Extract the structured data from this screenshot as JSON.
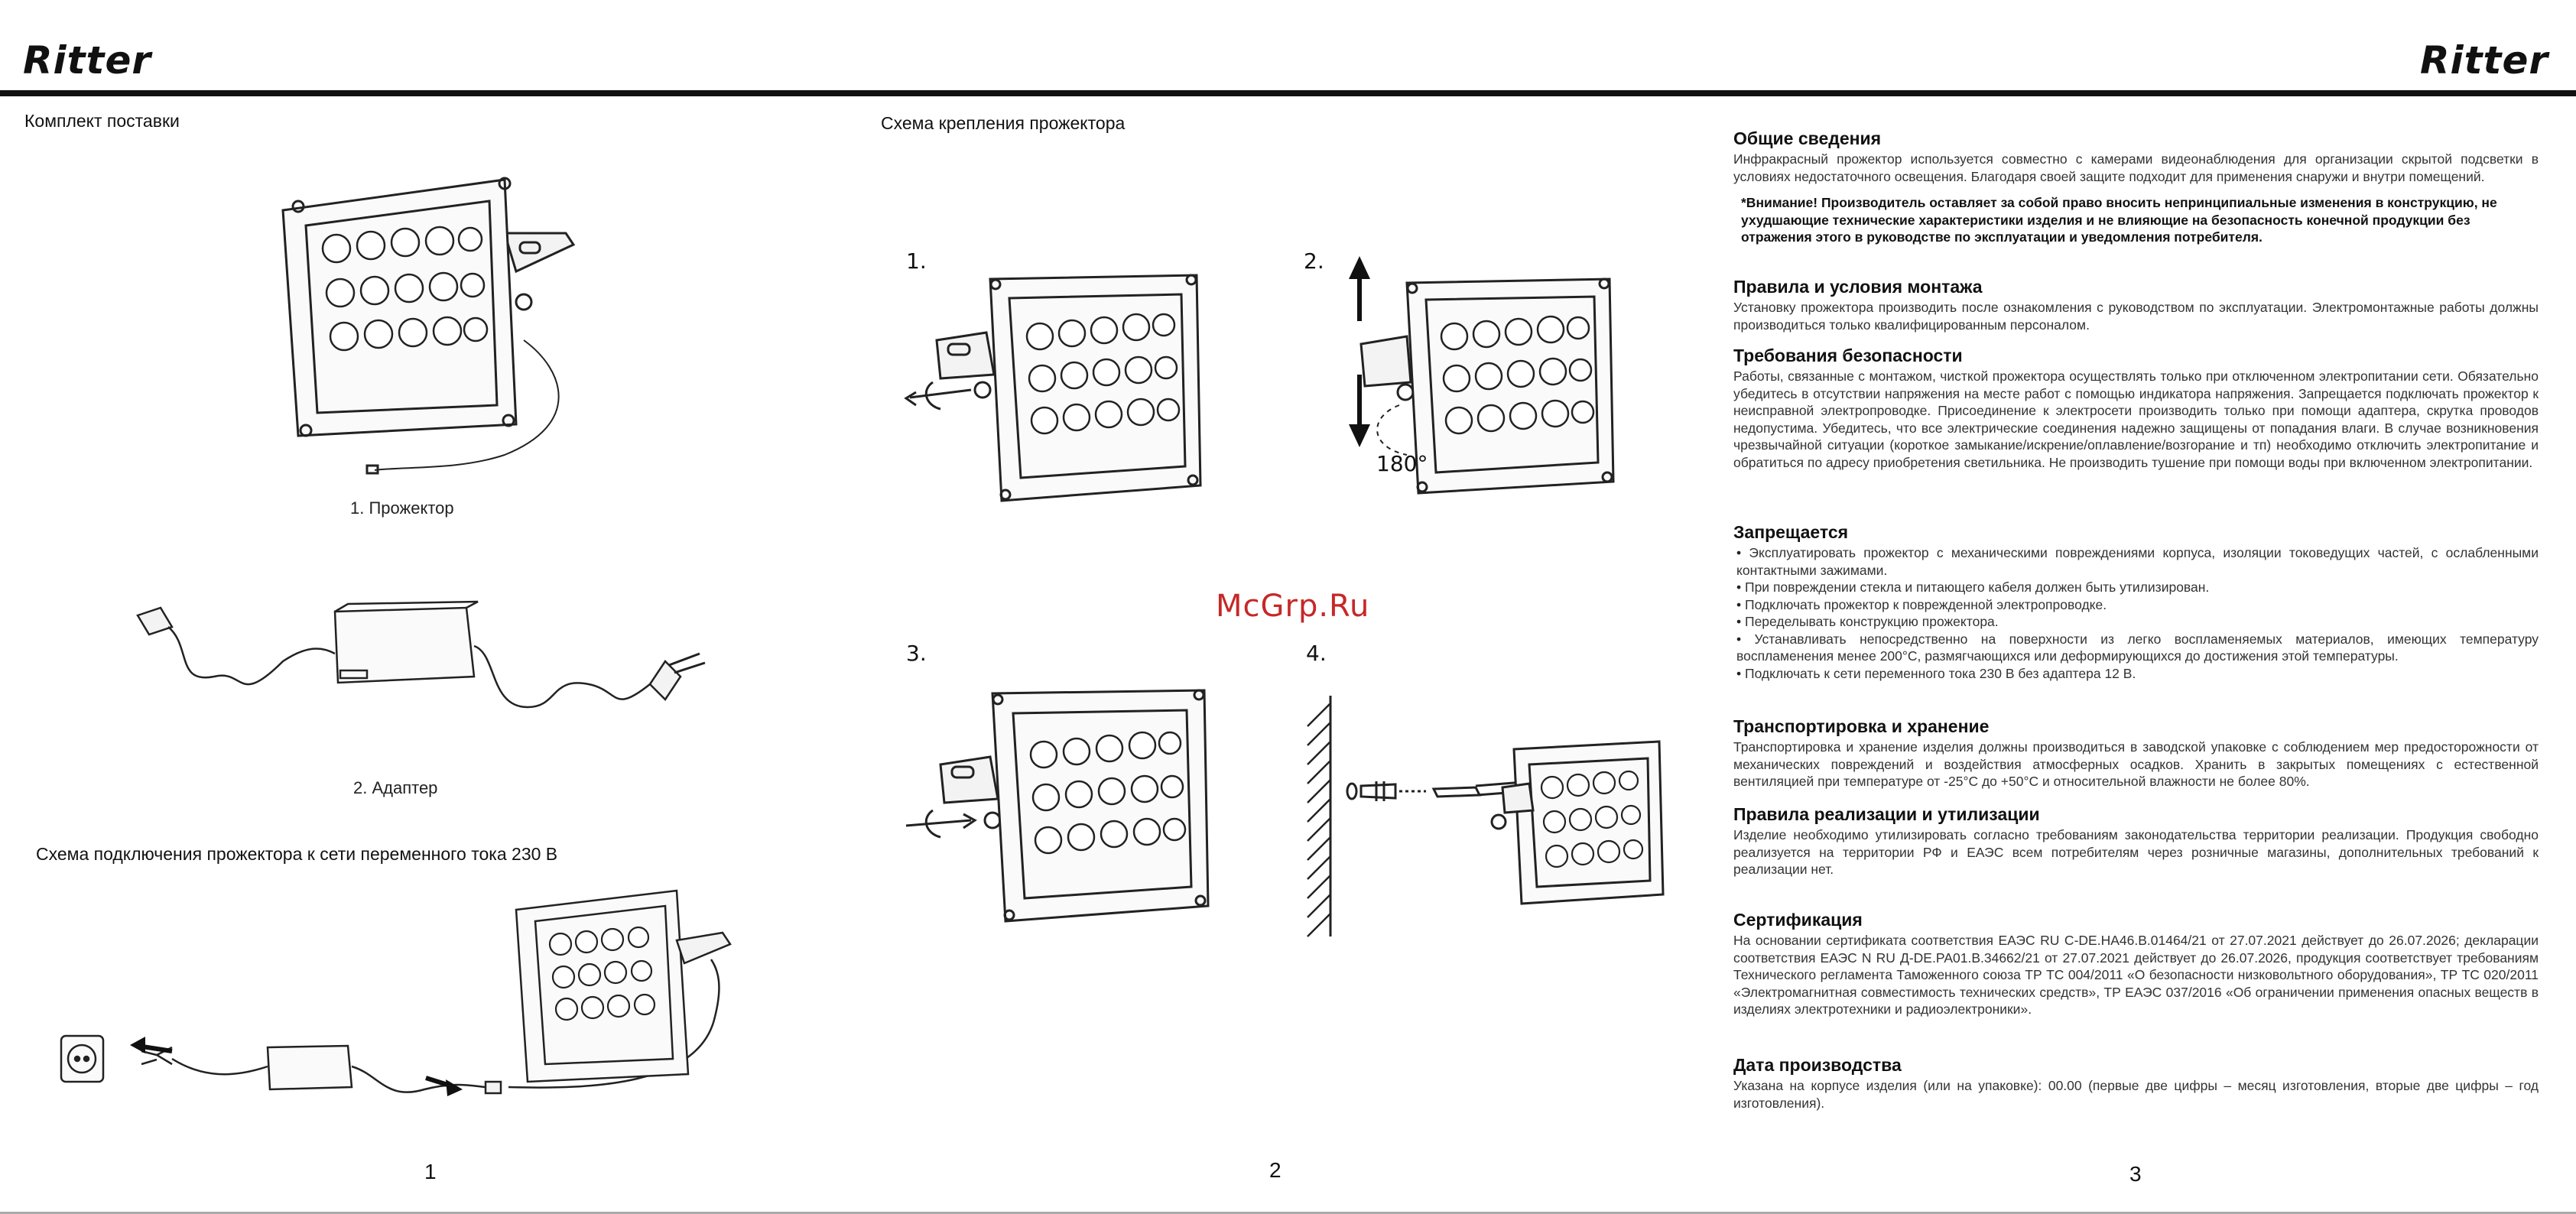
{
  "header": {
    "brand_left": "Ritter",
    "brand_right": "Ritter"
  },
  "page1": {
    "kit_title": "Комплект поставки",
    "item1_caption": "1. Прожектор",
    "item2_caption": "2. Адаптер",
    "connection_title": "Схема подключения прожектора к сети переменного тока 230 В",
    "page_number": "1"
  },
  "page2": {
    "mount_title": "Схема крепления прожектора",
    "steps": [
      "1.",
      "2.",
      "3.",
      "4."
    ],
    "angle_label": "180°",
    "page_number": "2"
  },
  "watermark": "McGrp.Ru",
  "page3": {
    "general_head": "Общие сведения",
    "general_text": "Инфракрасный прожектор используется совместно с камерами видеонаблюдения для организации скрытой подсветки в условиях недостаточного освещения. Благодаря своей защите подходит для применения снаружи и внутри помещений.",
    "notice": "*Внимание! Производитель оставляет за собой право вносить непринципиальные изменения в конструкцию, не ухудшающие технические характеристики изделия и не влияющие на безопасность конечной продукции без отражения этого в руководстве по эксплуатации и уведомления потребителя.",
    "mount_head": "Правила и условия монтажа",
    "mount_text": "Установку прожектора производить после ознакомления с руководством по эксплуатации. Электромонтажные работы должны производиться только квалифицированным персоналом.",
    "safety_head": "Требования безопасности",
    "safety_text": "Работы, связанные с монтажом, чисткой прожектора осуществлять только при отключенном электропитании сети. Обязательно убедитесь в отсутствии напряжения на месте работ с помощью индикатора напряжения. Запрещается подключать прожектор к неисправной электропроводке. Присоединение к электросети производить только при помощи адаптера, скрутка проводов недопустима. Убедитесь, что все электрические соединения надежно защищены от попадания влаги. В случае возникновения чрезвычайной ситуации (короткое замыкание/искрение/оплавление/возгорание и тп) необходимо отключить электропитание и обратиться по адресу приобретения светильника. Не производить тушение при помощи воды при включенном электропитании.",
    "forbidden_head": "Запрещается",
    "forbidden_items": [
      "Эксплуатировать прожектор с механическими повреждениями корпуса, изоляции токоведущих частей, с ослабленными контактными зажимами.",
      "При повреждении стекла и питающего кабеля должен быть утилизирован.",
      "Подключать прожектор к поврежденной электропроводке.",
      "Переделывать конструкцию прожектора.",
      "Устанавливать непосредственно на поверхности из легко воспламеняемых материалов, имеющих температуру воспламенения менее 200°С, размягчающихся или деформирующихся до достижения этой температуры.",
      "Подключать к сети переменного тока 230 В без адаптера 12 В."
    ],
    "transport_head": "Транспортировка и хранение",
    "transport_text": "Транспортировка и хранение изделия должны производиться в заводской упаковке с соблюдением мер предосторожности от механических повреждений и воздействия атмосферных осадков. Хранить в закрытых помещениях с естественной вентиляцией при температуре от -25°С до +50°С и относительной влажности не более 80%.",
    "disposal_head": "Правила реализации и утилизации",
    "disposal_text": "Изделие необходимо утилизировать согласно требованиям законодательства территории реализации. Продукция свободно реализуется на территории РФ и ЕАЭС всем потребителям через розничные магазины, дополнительных требований к реализации нет.",
    "cert_head": "Сертификация",
    "cert_text": "На основании сертификата соответствия ЕАЭС RU С-DE.НА46.В.01464/21 от 27.07.2021 действует до 26.07.2026; декларации соответствия ЕАЭС N RU Д-DE.РА01.В.34662/21 от 27.07.2021 действует до 26.07.2026, продукция соответствует требованиям Технического регламента Таможенного союза ТР ТС 004/2011 «О безопасности низковольтного оборудования», ТР ТС 020/2011 «Электромагнитная совместимость технических средств», ТР ЕАЭС 037/2016 «Об ограничении применения опасных веществ в изделиях электротехники и радиоэлектроники».",
    "date_head": "Дата производства",
    "date_text": "Указана на корпусе изделия (или на упаковке): 00.00 (первые две цифры – месяц изготовления, вторые две цифры – год изготовления).",
    "page_number": "3"
  }
}
